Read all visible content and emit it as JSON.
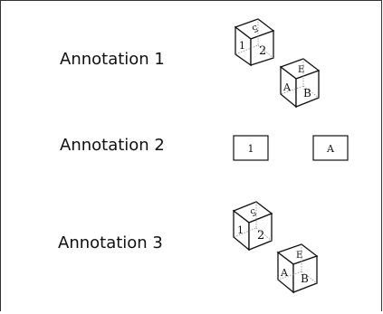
{
  "annotations": [
    {
      "label": "Annotation 1"
    },
    {
      "label": "Annotation 2"
    },
    {
      "label": "Annotation 3"
    }
  ],
  "cubes": {
    "cube_top_front": "2",
    "cube_top_left": "1",
    "cube_top_top": "5",
    "cube_bottom_front": "B",
    "cube_bottom_left": "A",
    "cube_bottom_top": "E"
  },
  "tiles": {
    "tile_left": "1",
    "tile_right": "A"
  }
}
